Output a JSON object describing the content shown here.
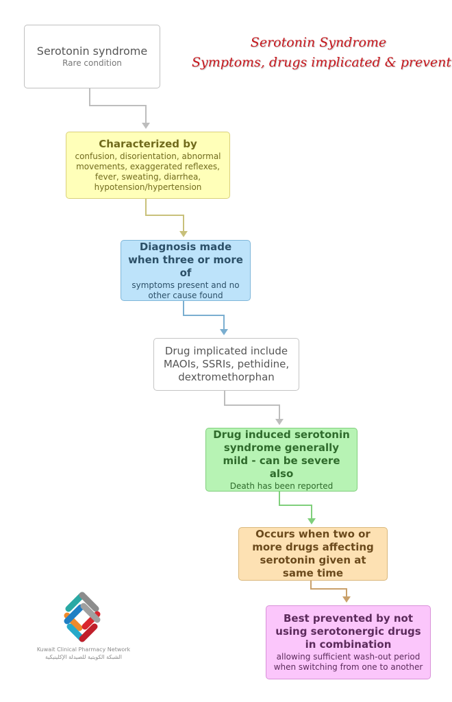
{
  "title": {
    "line1": "Serotonin Syndrome",
    "line2": "Symptoms, drugs implicated & prevention"
  },
  "boxes": {
    "b1": {
      "title": "Serotonin syndrome",
      "detail": "Rare condition"
    },
    "b2": {
      "title": "Characterized by",
      "detail": "confusion, disorientation, abnormal movements, exaggerated reflexes, fever, sweating, diarrhea, hypotension/hypertension"
    },
    "b3": {
      "title": "Diagnosis made when three or more of",
      "detail": "symptoms present and no other cause found"
    },
    "b4": {
      "title": "Drug implicated include MAOIs, SSRIs, pethidine, dextromethorphan"
    },
    "b5": {
      "title": "Drug induced serotonin syndrome generally mild - can be severe also",
      "detail": "Death has been reported"
    },
    "b6": {
      "title": "Occurs when two or more drugs affecting serotonin given at same time"
    },
    "b7": {
      "title": "Best prevented by not using serotonergic drugs in combination",
      "detail": "allowing sufficient wash-out period when switching from one to another"
    }
  },
  "logo": {
    "name": "Kuwait Clinical Pharmacy Network",
    "name_ar": "الشبكة الكويتية للصيدلة الإكلينيكية"
  },
  "colors": {
    "title": "#c8161c",
    "connector_gray": "#bdbdbd",
    "connector_olive": "#c8c07a",
    "connector_blue": "#7aaed0",
    "connector_green": "#7fcf7b",
    "connector_tan": "#c9a06a"
  }
}
